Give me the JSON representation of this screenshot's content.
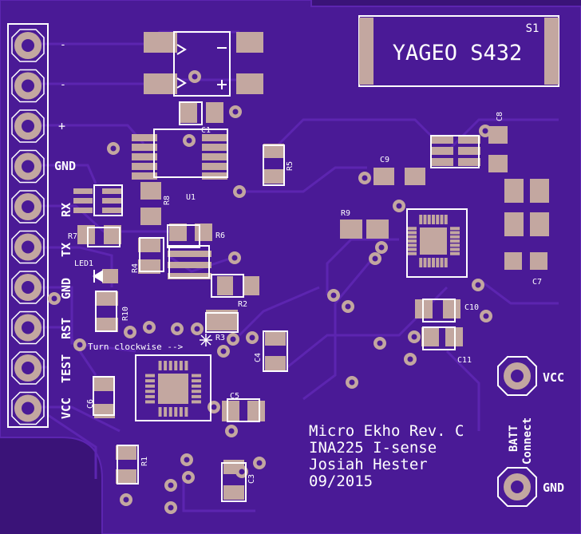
{
  "board": {
    "brand_label": "YAGEO S432",
    "brand_ref": "S1",
    "title_lines": [
      "Micro Ekho Rev. C",
      "INA225 I-sense",
      "Josiah Hester",
      "09/2015"
    ],
    "hint": "Turn clockwise -->",
    "batt_label_1": "BATT",
    "batt_label_2": "Connect",
    "batt_vcc": "VCC",
    "batt_gnd": "GND"
  },
  "header_pins": {
    "rotated_labels": [
      "VCC",
      "TEST",
      "RST",
      "GND",
      "TX",
      "RX"
    ],
    "labels": [
      "-",
      "-",
      "+",
      "GND"
    ]
  },
  "components": {
    "C1": "C1",
    "R5": "R5",
    "R8": "R8",
    "U1": "U1",
    "R7": "R7",
    "R6": "R6",
    "R4": "R4",
    "LED1": "LED1",
    "R10": "R10",
    "R2": "R2",
    "R3": "R3",
    "C4": "C4",
    "C5": "C5",
    "C6": "C6",
    "R1": "R1",
    "C3": "C3",
    "R9": "R9",
    "C9": "C9",
    "C8": "C8",
    "C7": "C7",
    "C10": "C10",
    "C11": "C11"
  },
  "colors": {
    "board": "#4a1a96",
    "board_edge": "#3a1378",
    "pad": "#c3a7a0",
    "silk": "#ffffff",
    "trace": "#5c25b0"
  }
}
